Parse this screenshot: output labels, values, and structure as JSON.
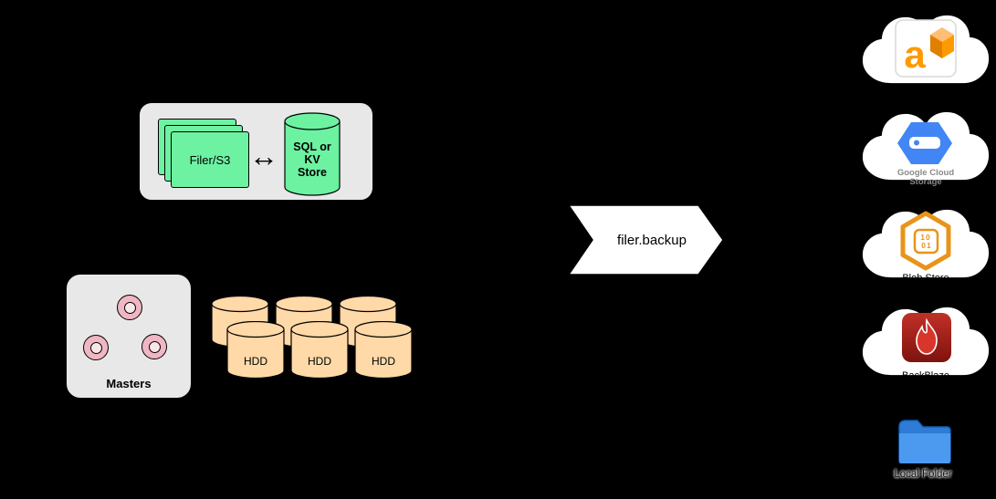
{
  "filer_group": {
    "filer_label": "Filer/S3",
    "arrow_glyph": "↔",
    "store_lines": [
      "SQL or",
      "KV",
      "Store"
    ]
  },
  "masters": {
    "label": "Masters"
  },
  "volume_servers": {
    "hdd_labels": [
      "HDD",
      "HDD",
      "HDD"
    ]
  },
  "backup_flow": {
    "label": "filer.backup"
  },
  "destinations": {
    "aws_s3": {
      "icon": "aws-logo",
      "letter": "a"
    },
    "google_cloud_storage": {
      "icon": "gcs-hexagon-icon",
      "label_lines": [
        "Google Cloud",
        "Storage"
      ]
    },
    "blob_store": {
      "icon": "blob-hexagon-icon",
      "label": "Blob Store",
      "bits": [
        "10",
        "01"
      ]
    },
    "backblaze": {
      "icon": "backblaze-flame-icon",
      "label": "BackBlaze"
    },
    "local_folder": {
      "icon": "folder-icon",
      "label": "Local Folder"
    }
  },
  "colors": {
    "background": "#000000",
    "group_fill": "#e8e8e8",
    "node_green": "#6df2a2",
    "hdd_fill": "#ffd9a8",
    "masters_ring": "#f0b6c3",
    "cloud_fill": "#ffffff",
    "aws_orange": "#ff9900",
    "gcs_blue": "#4285f4",
    "blob_orange": "#e8941a",
    "backblaze_red": "#9e1a12",
    "folder_blue": "#2e7cd6"
  }
}
